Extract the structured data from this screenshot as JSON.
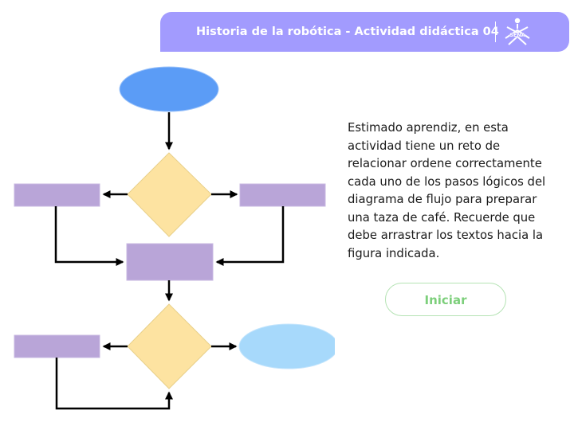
{
  "header": {
    "title": "Historia de la robótica - Actividad didáctica 04",
    "logo_text": "SENA",
    "color": "#a29bfe"
  },
  "instructions": {
    "text": "Estimado aprendiz, en esta actividad tiene un reto de relacionar ordene correctamente cada uno de los pasos lógicos del diagrama de flujo para preparar una taza de café. Recuerde que debe arrastrar los textos hacia la figura indicada."
  },
  "start_button": {
    "label": "Iniciar",
    "color": "#7dcf7b"
  },
  "flowchart": {
    "colors": {
      "start_oval": "#5b9cf6",
      "decision": "#fde3a1",
      "process": "#b9a5d8",
      "end_oval": "#a7d9fb",
      "arrows": "#000000"
    },
    "slots": [
      "start-oval",
      "decision-1",
      "left-process-1",
      "right-process-1",
      "merge-process",
      "decision-2",
      "left-process-2",
      "end-oval"
    ]
  }
}
